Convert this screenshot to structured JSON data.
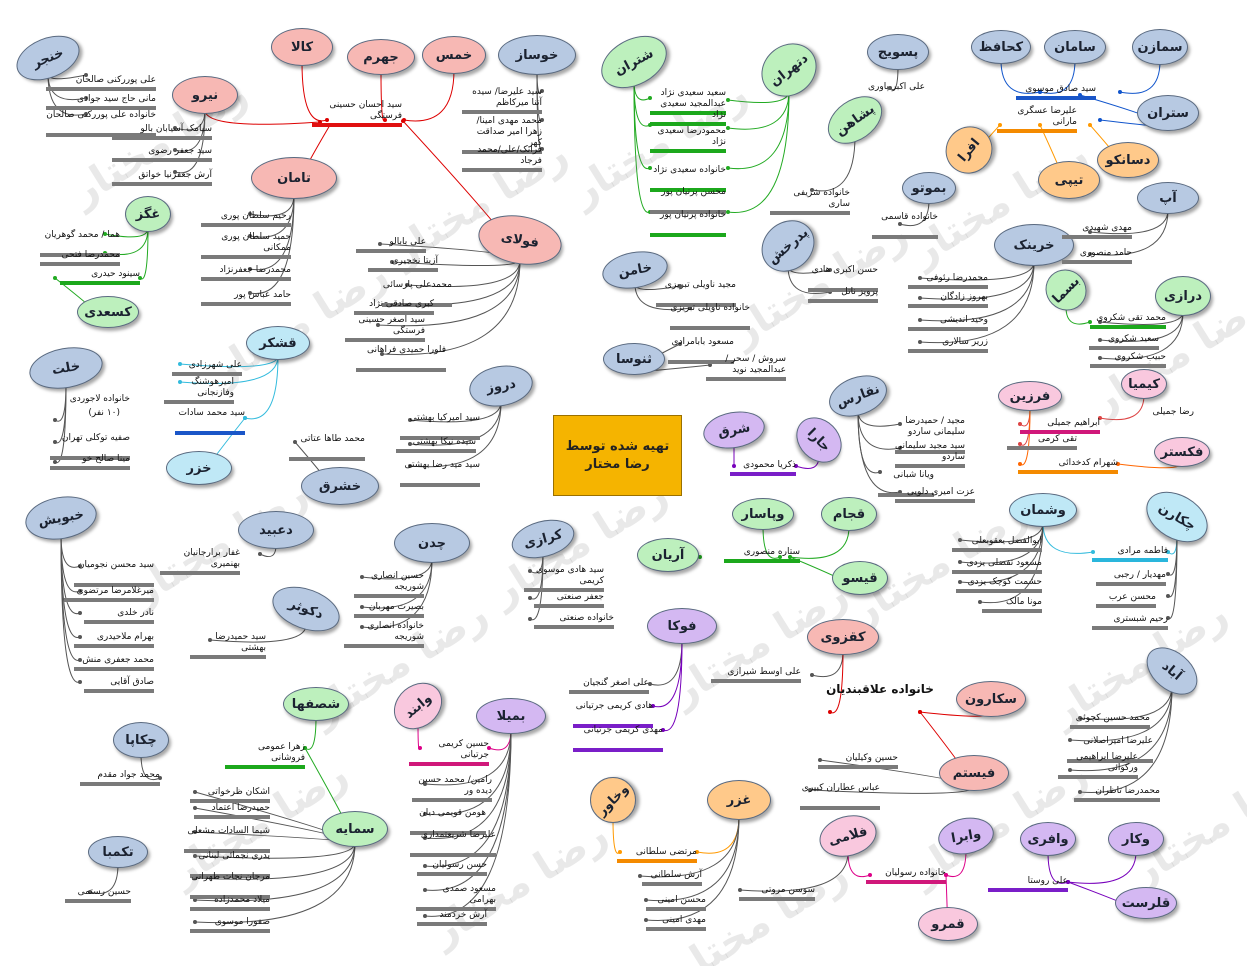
{
  "credit": {
    "line1": "تهیه شده توسط",
    "line2": "رضا مختار"
  },
  "watermark": "رضا مختار",
  "colors": {
    "blue": "#b7c9e2",
    "red": "#f7b8b4",
    "green": "#bdf0bd",
    "orange": "#ffc98a",
    "purple": "#d4b8f2",
    "cyan": "#bfe8f6",
    "pink": "#f9c8de",
    "gold": "#f5b400"
  },
  "nodes": [
    {
      "id": "khanjar",
      "label": "خنجر",
      "color": "blue"
    },
    {
      "id": "niro",
      "label": "نیرو",
      "color": "red"
    },
    {
      "id": "kala",
      "label": "کالا",
      "color": "red"
    },
    {
      "id": "jahrom",
      "label": "جهرم",
      "color": "red"
    },
    {
      "id": "khomes",
      "label": "خمس",
      "color": "red"
    },
    {
      "id": "khoosaz",
      "label": "خوساز",
      "color": "blue"
    },
    {
      "id": "shetran",
      "label": "شتران",
      "color": "green"
    },
    {
      "id": "dtehran",
      "label": "دتهران",
      "color": "green"
    },
    {
      "id": "pasvij",
      "label": "پسویج",
      "color": "blue"
    },
    {
      "id": "kehafez",
      "label": "کحافظ",
      "color": "blue"
    },
    {
      "id": "saman",
      "label": "سامان",
      "color": "blue"
    },
    {
      "id": "samazen",
      "label": "سمازن",
      "color": "blue"
    },
    {
      "id": "setran",
      "label": "ستران",
      "color": "blue"
    },
    {
      "id": "pashahen",
      "label": "پشاهن",
      "color": "green"
    },
    {
      "id": "afra",
      "label": "افرا",
      "color": "orange"
    },
    {
      "id": "tipi",
      "label": "تیپی",
      "color": "orange"
    },
    {
      "id": "dasanko",
      "label": "دسانکو",
      "color": "orange"
    },
    {
      "id": "tamaan",
      "label": "تامان",
      "color": "red"
    },
    {
      "id": "ghaghez",
      "label": "غگز",
      "color": "green"
    },
    {
      "id": "kasadi",
      "label": "کسعدی",
      "color": "green"
    },
    {
      "id": "folad",
      "label": "فولای",
      "color": "red"
    },
    {
      "id": "bemoto",
      "label": "بموتو",
      "color": "blue"
    },
    {
      "id": "ap",
      "label": "آپ",
      "color": "blue"
    },
    {
      "id": "pedarkhesht",
      "label": "پدرخش",
      "color": "blue"
    },
    {
      "id": "kharink",
      "label": "خرینک",
      "color": "blue"
    },
    {
      "id": "khaman",
      "label": "خامن",
      "color": "blue"
    },
    {
      "id": "basma",
      "label": "بسما",
      "color": "green"
    },
    {
      "id": "darzi",
      "label": "درازی",
      "color": "green"
    },
    {
      "id": "gheshkar",
      "label": "قشکر",
      "color": "cyan"
    },
    {
      "id": "khalat",
      "label": "خلت",
      "color": "blue"
    },
    {
      "id": "tanosa",
      "label": "ثنوسا",
      "color": "blue"
    },
    {
      "id": "khazar",
      "label": "خزر",
      "color": "cyan"
    },
    {
      "id": "daroz",
      "label": "دروز",
      "color": "blue"
    },
    {
      "id": "khoshraq",
      "label": "خشرق",
      "color": "blue"
    },
    {
      "id": "neghars",
      "label": "نقارس",
      "color": "blue"
    },
    {
      "id": "ferzin",
      "label": "فرزین",
      "color": "pink"
    },
    {
      "id": "kimia",
      "label": "کیمیا",
      "color": "pink"
    },
    {
      "id": "feksetar",
      "label": "فکستر",
      "color": "pink"
    },
    {
      "id": "shargh",
      "label": "شرق",
      "color": "purple"
    },
    {
      "id": "jaraya",
      "label": "جارا",
      "color": "purple"
    },
    {
      "id": "khobish",
      "label": "خبویش",
      "color": "blue"
    },
    {
      "id": "dabid",
      "label": "دعبید",
      "color": "blue"
    },
    {
      "id": "chadan",
      "label": "چدن",
      "color": "blue"
    },
    {
      "id": "karazi",
      "label": "کرازی",
      "color": "blue"
    },
    {
      "id": "veypasar",
      "label": "وپاسار",
      "color": "green"
    },
    {
      "id": "ghajam",
      "label": "قجام",
      "color": "green"
    },
    {
      "id": "arian",
      "label": "آریان",
      "color": "green"
    },
    {
      "id": "ghiso",
      "label": "قیسو",
      "color": "green"
    },
    {
      "id": "vshman",
      "label": "وشمان",
      "color": "cyan"
    },
    {
      "id": "chekaren",
      "label": "چکارن",
      "color": "cyan"
    },
    {
      "id": "dkotar",
      "label": "دکوثر",
      "color": "blue"
    },
    {
      "id": "foka",
      "label": "فوکا",
      "color": "purple"
    },
    {
      "id": "ghazvini",
      "label": "کقزوی",
      "color": "red"
    },
    {
      "id": "abad",
      "label": "آباد",
      "color": "blue"
    },
    {
      "id": "chakapa",
      "label": "چکاپا",
      "color": "blue"
    },
    {
      "id": "shasfaha",
      "label": "شصفها",
      "color": "green"
    },
    {
      "id": "vaband",
      "label": "وابند",
      "color": "pink"
    },
    {
      "id": "bemila",
      "label": "بمیلا",
      "color": "purple"
    },
    {
      "id": "sakaron",
      "label": "سکارون",
      "color": "red"
    },
    {
      "id": "fibestam",
      "label": "فیستم",
      "color": "red"
    },
    {
      "id": "samayeh",
      "label": "سمایه",
      "color": "green"
    },
    {
      "id": "vkhavar",
      "label": "وخاور",
      "color": "orange"
    },
    {
      "id": "ghorz",
      "label": "غزر",
      "color": "orange"
    },
    {
      "id": "felami",
      "label": "فلامی",
      "color": "pink"
    },
    {
      "id": "vabra",
      "label": "وابرا",
      "color": "purple"
    },
    {
      "id": "vafari",
      "label": "وافری",
      "color": "purple"
    },
    {
      "id": "vakar",
      "label": "وکار",
      "color": "purple"
    },
    {
      "id": "takmaba",
      "label": "تکمبا",
      "color": "blue"
    },
    {
      "id": "ghamro",
      "label": "قمرو",
      "color": "pink"
    },
    {
      "id": "ghalresat",
      "label": "قلرست",
      "color": "purple"
    }
  ],
  "labels": [
    {
      "id": "l01",
      "text": "علی پوررکنی صالحان"
    },
    {
      "id": "l02",
      "text": "مانی حاج سید جوادی"
    },
    {
      "id": "l03",
      "text": "خانواده علی پوررکنی صالحان"
    },
    {
      "id": "l04",
      "text": "سیامک آسیابان بالو"
    },
    {
      "id": "l05",
      "text": "سید جعفر رضوی"
    },
    {
      "id": "l06",
      "text": "آرش جعفرنیا خواتق"
    },
    {
      "id": "l07",
      "text": "سید احسان حسینی فرستگی"
    },
    {
      "id": "l08",
      "text": "سید علیرضا/ سیده آتنا میرکاظم"
    },
    {
      "id": "l09",
      "text": "محمد مهدی امینا/ زهرا امیر صداقت کهر"
    },
    {
      "id": "l10",
      "text": "فرانک/علی/محمد فرجاد"
    },
    {
      "id": "l11",
      "text": "سعید سعیدی نژاد"
    },
    {
      "id": "l12",
      "text": "عبدالمجید سعیدی نژاد"
    },
    {
      "id": "l13",
      "text": "محمودرضا سعیدی نژاد"
    },
    {
      "id": "l14",
      "text": "خانواده سعیدی نژاد"
    },
    {
      "id": "l15",
      "text": "محسن پرنیان پور"
    },
    {
      "id": "l16",
      "text": "خانواده پرنیان پور"
    },
    {
      "id": "l17",
      "text": "علی اکبر پاوری"
    },
    {
      "id": "l18",
      "text": "سید صادق موسوی"
    },
    {
      "id": "l19",
      "text": "علیرضا عسگری مارانی"
    },
    {
      "id": "l20",
      "text": "خانواده شریفی ساری"
    },
    {
      "id": "l21",
      "text": "رحیم سلطان پوری"
    },
    {
      "id": "l22",
      "text": "حمید سلطان پوری ممکانی"
    },
    {
      "id": "l23",
      "text": "محمدرضا جعفرنژاد"
    },
    {
      "id": "l24",
      "text": "حامد عباس پور"
    },
    {
      "id": "l25",
      "text": "هما / محمد گوهریان"
    },
    {
      "id": "l26",
      "text": "محمدرضا فتحی"
    },
    {
      "id": "l27",
      "text": "سینود حیدری"
    },
    {
      "id": "l28",
      "text": "علی بابالو"
    },
    {
      "id": "l29",
      "text": "آزیتا نخجیری"
    },
    {
      "id": "l30",
      "text": "محمدعلی پارسائی"
    },
    {
      "id": "l31",
      "text": "کبری صادقی نژاد"
    },
    {
      "id": "l32",
      "text": "سید اصغر حسینی فرستگی"
    },
    {
      "id": "l33",
      "text": "فلورا حمیدی فراهانی"
    },
    {
      "id": "l34",
      "text": "خانواده قاسمی"
    },
    {
      "id": "l35",
      "text": "مهدی شهیدی"
    },
    {
      "id": "l36",
      "text": "حامد منصوری"
    },
    {
      "id": "l37",
      "text": "حسن اکبری هادی"
    },
    {
      "id": "l38",
      "text": "پرویز ناتل"
    },
    {
      "id": "l39",
      "text": "محمدرضا رئوفی"
    },
    {
      "id": "l40",
      "text": "بهروز زادگان"
    },
    {
      "id": "l41",
      "text": "وحید اندیشی"
    },
    {
      "id": "l42",
      "text": "زریر سالاری"
    },
    {
      "id": "l43",
      "text": "مجید ناویلی تبریزی"
    },
    {
      "id": "l44",
      "text": "خانواده ناویلی تبریزی"
    },
    {
      "id": "l45",
      "text": "محمد تقی شکروی"
    },
    {
      "id": "l46",
      "text": "سعید شکروی"
    },
    {
      "id": "l47",
      "text": "حبیب شکروی"
    },
    {
      "id": "l48",
      "text": "علی شهرزادی"
    },
    {
      "id": "l49",
      "text": "امیرهوشنگ وفازنجانی"
    },
    {
      "id": "l50",
      "text": "سید محمد سادات"
    },
    {
      "id": "l51",
      "text": "خانواده لاجوردی"
    },
    {
      "id": "l52",
      "text": "(۱۰ نفر)"
    },
    {
      "id": "l53",
      "text": "صفیه توکلی تهران"
    },
    {
      "id": "l54",
      "text": "مینا صالح خو"
    },
    {
      "id": "l55",
      "text": "مسعود بابامرادی"
    },
    {
      "id": "l56",
      "text": "سروش / سحر / عبدالمجید نوید"
    },
    {
      "id": "l57",
      "text": "محمد طاها عتاتی"
    },
    {
      "id": "l58",
      "text": "سید امیرکیا بهشتی"
    },
    {
      "id": "l59",
      "text": "سیده نیکا بهشتی"
    },
    {
      "id": "l60",
      "text": "سید مید رضا بهشتی"
    },
    {
      "id": "l61",
      "text": "مجید / حمیدرضا سلیمانی ساردو"
    },
    {
      "id": "l62",
      "text": "سید مجید سلیمانی ساردو"
    },
    {
      "id": "l63",
      "text": "ویانا شبانی"
    },
    {
      "id": "l64",
      "text": "عزت امیری دلویی"
    },
    {
      "id": "l65",
      "text": "ابراهیم جمیلی"
    },
    {
      "id": "l66",
      "text": "تقی کرمی"
    },
    {
      "id": "l67",
      "text": "شهرام کدخدائی"
    },
    {
      "id": "l68",
      "text": "رضا جمیلی"
    },
    {
      "id": "l69",
      "text": "ذکریا محمودی"
    },
    {
      "id": "l70",
      "text": "سید محسن نجومیان"
    },
    {
      "id": "l71",
      "text": "میرغلامرضا مرتضوی"
    },
    {
      "id": "l72",
      "text": "نادر خلدی"
    },
    {
      "id": "l73",
      "text": "بهرام ملاحیدری"
    },
    {
      "id": "l74",
      "text": "محمد جعفری منش"
    },
    {
      "id": "l75",
      "text": "صادق آقایی"
    },
    {
      "id": "l76",
      "text": "غفار برارجانیان بهنمیری"
    },
    {
      "id": "l77",
      "text": "حسین انصاری شوریجه"
    },
    {
      "id": "l78",
      "text": "بصیرت مهربان"
    },
    {
      "id": "l79",
      "text": "خانواده انصاری شوریجه"
    },
    {
      "id": "l80",
      "text": "سید هادی موسوی کریمی"
    },
    {
      "id": "l81",
      "text": "جعفر صنعتی"
    },
    {
      "id": "l82",
      "text": "خانواده صنعتی"
    },
    {
      "id": "l83",
      "text": "ستاره منصوری"
    },
    {
      "id": "l84",
      "text": "ابوالفضل یعقوبعلی"
    },
    {
      "id": "l85",
      "text": "مسعود تفضلی یزدی"
    },
    {
      "id": "l86",
      "text": "حشمت کوچک یزدی"
    },
    {
      "id": "l87",
      "text": "مونا مالک"
    },
    {
      "id": "l88",
      "text": "فاطمه مرادی"
    },
    {
      "id": "l89",
      "text": "مهدیار / رجبی"
    },
    {
      "id": "l90",
      "text": "محسن عرب"
    },
    {
      "id": "l91",
      "text": "رحیم شبستری"
    },
    {
      "id": "l92",
      "text": "سید حمیدرضا بهشتی"
    },
    {
      "id": "l93",
      "text": "علی اصغر گنجیان"
    },
    {
      "id": "l94",
      "text": "هادی کریمی جرتیانی"
    },
    {
      "id": "l95",
      "text": "مهدی کریمی جرتیانی"
    },
    {
      "id": "l96",
      "text": "علی اوسط شیرازی"
    },
    {
      "id": "l97",
      "text": "خانواده علاقبندیان"
    },
    {
      "id": "l98",
      "text": "محمد حسین کچوئی"
    },
    {
      "id": "l99",
      "text": "علیرضا امیراصلانی"
    },
    {
      "id": "l100",
      "text": "علیرضا ابراهیمی ورکوائی"
    },
    {
      "id": "l101",
      "text": "محمدرضا تاظران"
    },
    {
      "id": "l102",
      "text": "محمد جواد مقدم"
    },
    {
      "id": "l103",
      "text": "زهرا عمومی فروشانی"
    },
    {
      "id": "l104",
      "text": "حسین کریمی جرتیانی"
    },
    {
      "id": "l105",
      "text": "رامین/ محمد حسین دیده ور"
    },
    {
      "id": "l106",
      "text": "هومن قویمی دیان"
    },
    {
      "id": "l107",
      "text": "علیرضا شریعتمداری"
    },
    {
      "id": "l108",
      "text": "حسن رسولیان"
    },
    {
      "id": "l109",
      "text": "مسعود صمدی بهرامی"
    },
    {
      "id": "l110",
      "text": "آرش خردمند"
    },
    {
      "id": "l111",
      "text": "حسین وکیلیان"
    },
    {
      "id": "l112",
      "text": "عباس عطاران کبیری"
    },
    {
      "id": "l113",
      "text": "اشکان ظرخواتی"
    },
    {
      "id": "l114",
      "text": "حمیدرضا اعتماد"
    },
    {
      "id": "l115",
      "text": "شیما السادات مشعلی"
    },
    {
      "id": "l116",
      "text": "یدری نجمائی لبنانی"
    },
    {
      "id": "l117",
      "text": "مرجان نجات طهرانی"
    },
    {
      "id": "l118",
      "text": "میلاد محمدزاده"
    },
    {
      "id": "l119",
      "text": "صفورا موسوی"
    },
    {
      "id": "l120",
      "text": "مرتضی سلطانی"
    },
    {
      "id": "l121",
      "text": "آرش سلطانی"
    },
    {
      "id": "l122",
      "text": "محسن امینی"
    },
    {
      "id": "l123",
      "text": "مهدی امینی"
    },
    {
      "id": "l124",
      "text": "سوسن مروتی"
    },
    {
      "id": "l125",
      "text": "خانواده رسولیان"
    },
    {
      "id": "l126",
      "text": "علی روستا"
    },
    {
      "id": "l127",
      "text": "حسین رستمی"
    }
  ]
}
